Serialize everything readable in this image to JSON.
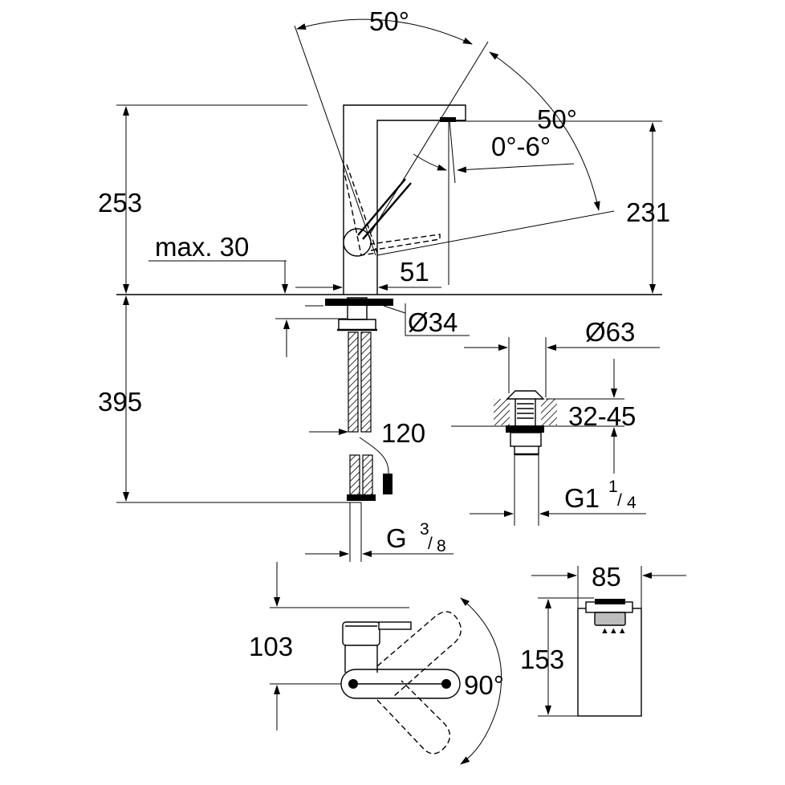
{
  "labels": {
    "top_angle": "50°",
    "right_angle": "50°",
    "tilt_angle": "0°-6°",
    "height_253": "253",
    "height_231": "231",
    "max30": "max. 30",
    "d51": "51",
    "d34": "Ø34",
    "d63": "Ø63",
    "h395": "395",
    "d120": "120",
    "range32_45": "32-45",
    "g1": "G1",
    "g1_num": "1",
    "g1_den": "4",
    "g38": "G",
    "g38_num": "3",
    "g38_den": "8",
    "d85": "85",
    "d103": "103",
    "d153": "153",
    "rot_angle": "90°"
  }
}
